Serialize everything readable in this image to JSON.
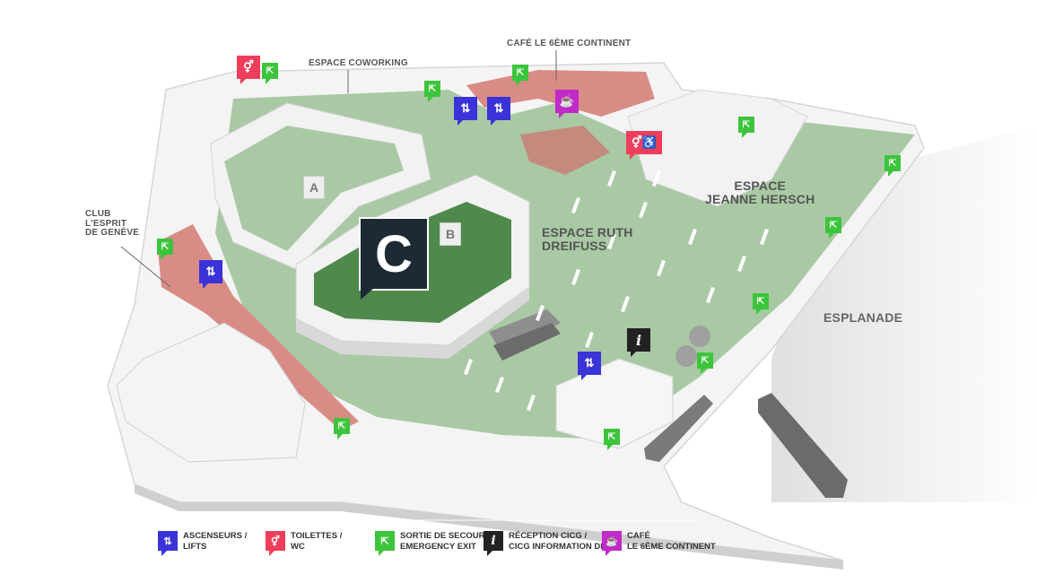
{
  "map": {
    "areas": {
      "coworking": "ESPACE COWORKING",
      "cafe_top": "CAFÉ LE 6ÈME CONTINENT",
      "club_l1": "CLUB",
      "club_l2": "L'ESPRIT",
      "club_l3": "DE GENÈVE",
      "ruth_l1": "ESPACE RUTH",
      "ruth_l2": "DREIFUSS",
      "hersch_l1": "ESPACE",
      "hersch_l2": "JEANNE HERSCH",
      "esplanade": "ESPLANADE"
    },
    "zones": {
      "a": "A",
      "b": "B",
      "c": "C"
    },
    "info_glyph": "i",
    "colors": {
      "floor_green": "#a9c9a4",
      "floor_pink": "#d98c86",
      "wall": "#f4f4f4",
      "lift": "#3a33d8",
      "wc": "#ef3e5c",
      "exit": "#3cc53c",
      "info": "#222222",
      "cafe": "#c02ac7",
      "zone_c": "#1d2a34"
    }
  },
  "legend": {
    "lifts_l1": "ASCENSEURS /",
    "lifts_l2": "LIFTS",
    "wc_l1": "TOILETTES /",
    "wc_l2": "WC",
    "exit_l1": "SORTIE DE SECOURS /",
    "exit_l2": "EMERGENCY EXIT",
    "info_l1": "RÉCEPTION CICG /",
    "info_l2": "CICG INFORMATION DESK",
    "cafe_l1": "CAFÉ",
    "cafe_l2": "LE 6ÈME CONTINENT"
  }
}
